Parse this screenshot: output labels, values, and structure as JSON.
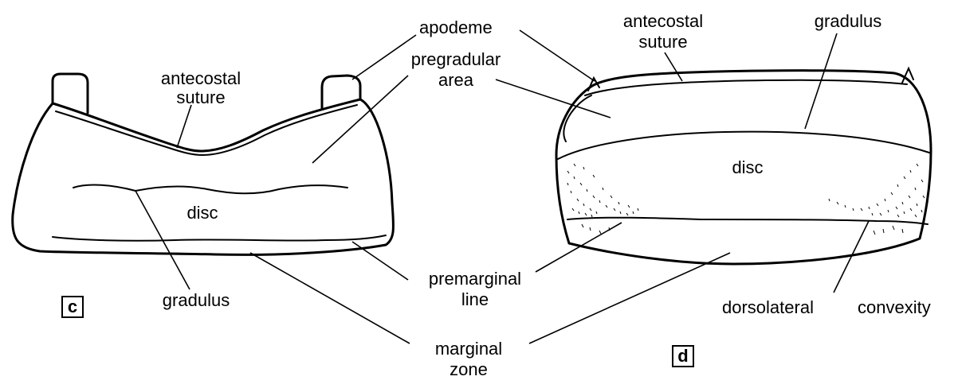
{
  "panels": [
    {
      "letter": "c"
    },
    {
      "letter": "d"
    }
  ],
  "labels": {
    "apodeme": "apodeme",
    "c_antecostal_l1": "antecostal",
    "c_antecostal_l2": "suture",
    "pregradular_l1": "pregradular",
    "pregradular_l2": "area",
    "c_disc": "disc",
    "premarginal_l1": "premarginal",
    "premarginal_l2": "line",
    "c_gradulus": "gradulus",
    "marginal_l1": "marginal",
    "marginal_l2": "zone",
    "d_antecostal_l1": "antecostal",
    "d_antecostal_l2": "suture",
    "d_gradulus": "gradulus",
    "d_disc": "disc",
    "dorsolateral": "dorsolateral",
    "convexity": "convexity"
  }
}
